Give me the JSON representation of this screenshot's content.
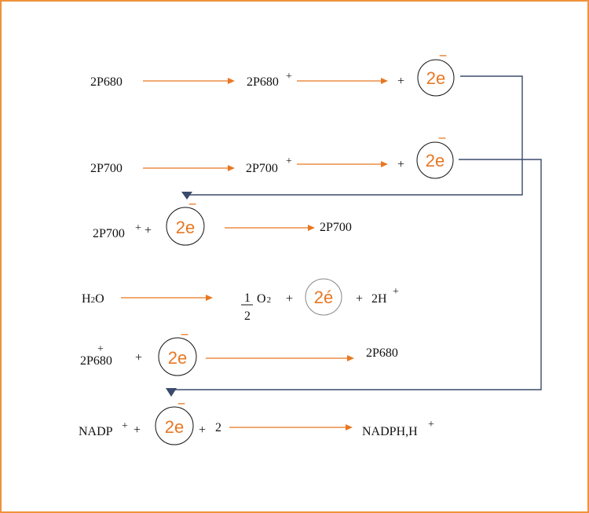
{
  "colors": {
    "frame": "#f0923a",
    "arrow": "#e87722",
    "electron": "#e87722",
    "connector": "#3a4a6b"
  },
  "row1": {
    "reactant": "2P680",
    "product": "2P680",
    "charge": "+",
    "plus": "+",
    "electron": "2e",
    "electron_bar": "‾"
  },
  "row2": {
    "reactant": "2P700",
    "product": "2P700",
    "charge": "+",
    "plus": "+",
    "electron": "2e",
    "electron_bar": "‾"
  },
  "row3": {
    "reactant": "2P700",
    "charge": "+",
    "plus": "+",
    "electron": "2e",
    "electron_bar": "‾",
    "product": "2P700"
  },
  "row4": {
    "reactant_h": "H",
    "reactant_sub": "2",
    "reactant_o": "O",
    "frac_num": "1",
    "frac_den": "2",
    "o_main": "O",
    "o_sub": "2",
    "plus1": "+",
    "electron": "2é",
    "plus2": "+",
    "proton": "2H",
    "proton_charge": "+"
  },
  "row5": {
    "charge": "+",
    "reactant": "2P680",
    "plus": "+",
    "electron": "2e",
    "electron_bar": "‾",
    "product": "2P680"
  },
  "row6": {
    "reactant": "NADP",
    "charge": "+",
    "plus1": "+",
    "electron": "2e",
    "electron_bar": "‾",
    "plus2": "+",
    "coef": "2",
    "product": "NADPH,H",
    "product_charge": "+"
  }
}
